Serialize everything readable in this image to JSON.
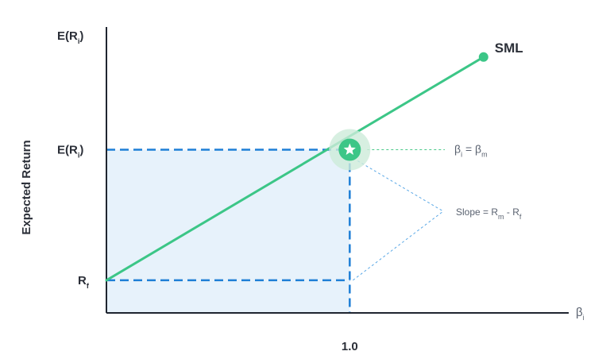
{
  "chart_data": {
    "type": "line",
    "series": [
      {
        "name": "SML",
        "x": [
          0,
          1.0,
          1.55
        ],
        "y": [
          0,
          1,
          1.71
        ]
      }
    ],
    "xlabel": "βi",
    "ylabel": "Expected Return",
    "y_axis_top_label": "E(Ri)",
    "xticks": [
      {
        "value": 1.0,
        "label": "1.0"
      }
    ],
    "yticks": [
      {
        "value": 0,
        "label": "Rf"
      },
      {
        "value": 1,
        "label": "E(Ri)"
      }
    ],
    "xlim": [
      0,
      1.9
    ],
    "ylim": [
      -0.25,
      1.94
    ],
    "market_point": {
      "x": 1.0,
      "y": 1
    },
    "annotations": {
      "beta_equality": "βi = βm",
      "slope": "Slope = Rm - Rf"
    },
    "colors": {
      "line": "#3cc687",
      "dashed": "#1e7fd6",
      "shade": "#e7f2fb",
      "axis": "#1f2530",
      "marker_halo": "#cdebd9"
    },
    "icons": {
      "market_point": "star-icon"
    },
    "grid": false
  }
}
